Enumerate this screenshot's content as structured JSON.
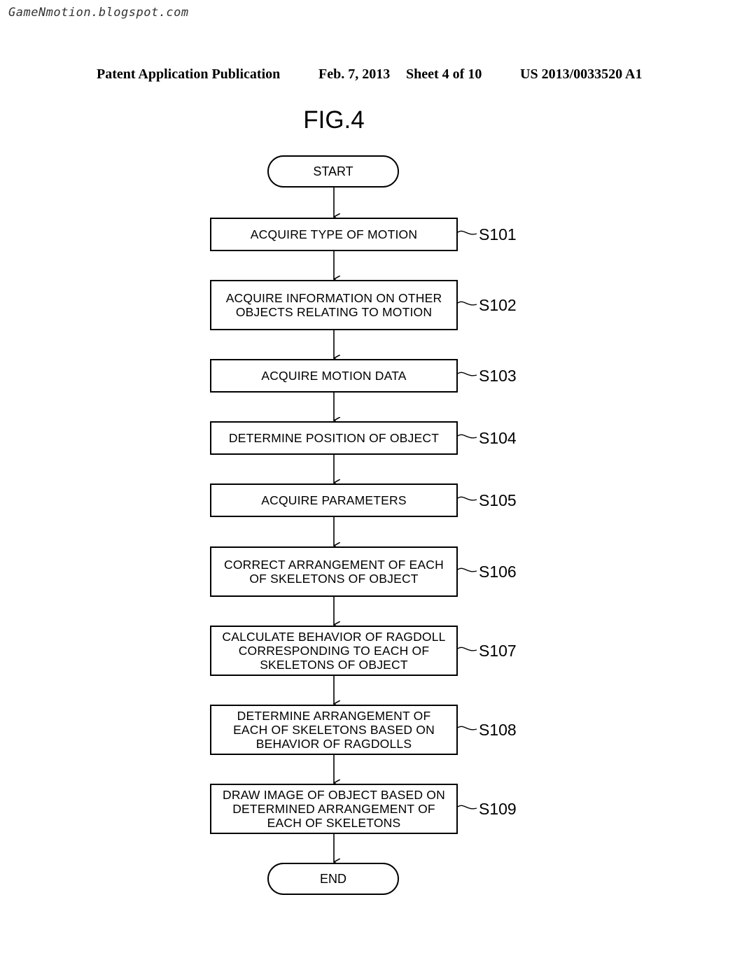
{
  "watermark": "GameNmotion.blogspot.com",
  "header": {
    "left": "Patent Application Publication",
    "date": "Feb. 7, 2013",
    "sheet": "Sheet 4 of 10",
    "number": "US 2013/0033520 A1"
  },
  "figure": {
    "title": "FIG.4",
    "start_label": "START",
    "end_label": "END",
    "steps": [
      {
        "id": "S101",
        "text": "ACQUIRE TYPE OF MOTION"
      },
      {
        "id": "S102",
        "text": "ACQUIRE INFORMATION ON OTHER\nOBJECTS RELATING TO MOTION"
      },
      {
        "id": "S103",
        "text": "ACQUIRE MOTION DATA"
      },
      {
        "id": "S104",
        "text": "DETERMINE POSITION OF OBJECT"
      },
      {
        "id": "S105",
        "text": "ACQUIRE PARAMETERS"
      },
      {
        "id": "S106",
        "text": "CORRECT ARRANGEMENT OF EACH\nOF SKELETONS OF OBJECT"
      },
      {
        "id": "S107",
        "text": "CALCULATE BEHAVIOR OF RAGDOLL\nCORRESPONDING TO EACH OF\nSKELETONS OF OBJECT"
      },
      {
        "id": "S108",
        "text": "DETERMINE ARRANGEMENT OF\nEACH OF SKELETONS BASED ON\nBEHAVIOR OF RAGDOLLS"
      },
      {
        "id": "S109",
        "text": "DRAW IMAGE OF OBJECT BASED ON\nDETERMINED ARRANGEMENT OF\nEACH OF SKELETONS"
      }
    ]
  }
}
